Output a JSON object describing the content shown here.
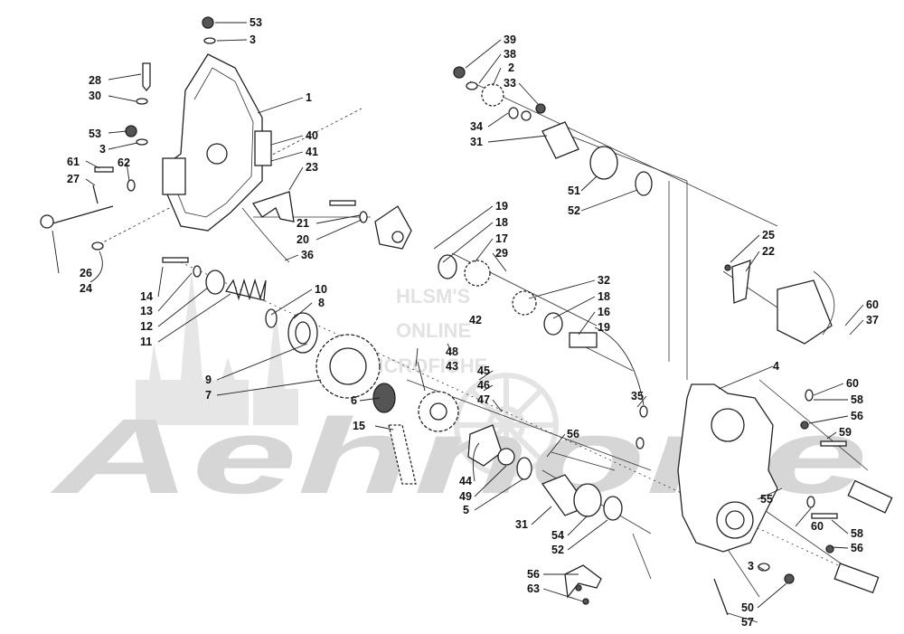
{
  "watermark": {
    "line1": "HLSM'S",
    "line2": "ONLINE",
    "line3": "MICROFICHE",
    "brand": "Aehnone"
  },
  "labels": [
    "53",
    "3",
    "28",
    "30",
    "1",
    "53",
    "3",
    "40",
    "41",
    "61",
    "62",
    "23",
    "27",
    "21",
    "20",
    "26",
    "24",
    "36",
    "39",
    "38",
    "2",
    "33",
    "34",
    "31",
    "51",
    "52",
    "19",
    "18",
    "17",
    "29",
    "25",
    "22",
    "60",
    "37",
    "14",
    "13",
    "12",
    "11",
    "10",
    "8",
    "32",
    "18",
    "16",
    "19",
    "42",
    "48",
    "43",
    "9",
    "7",
    "45",
    "46",
    "47",
    "4",
    "60",
    "58",
    "35",
    "56",
    "59",
    "15",
    "6",
    "56",
    "44",
    "49",
    "5",
    "55",
    "31",
    "54",
    "60",
    "58",
    "52",
    "56",
    "56",
    "63",
    "3",
    "50",
    "57"
  ]
}
